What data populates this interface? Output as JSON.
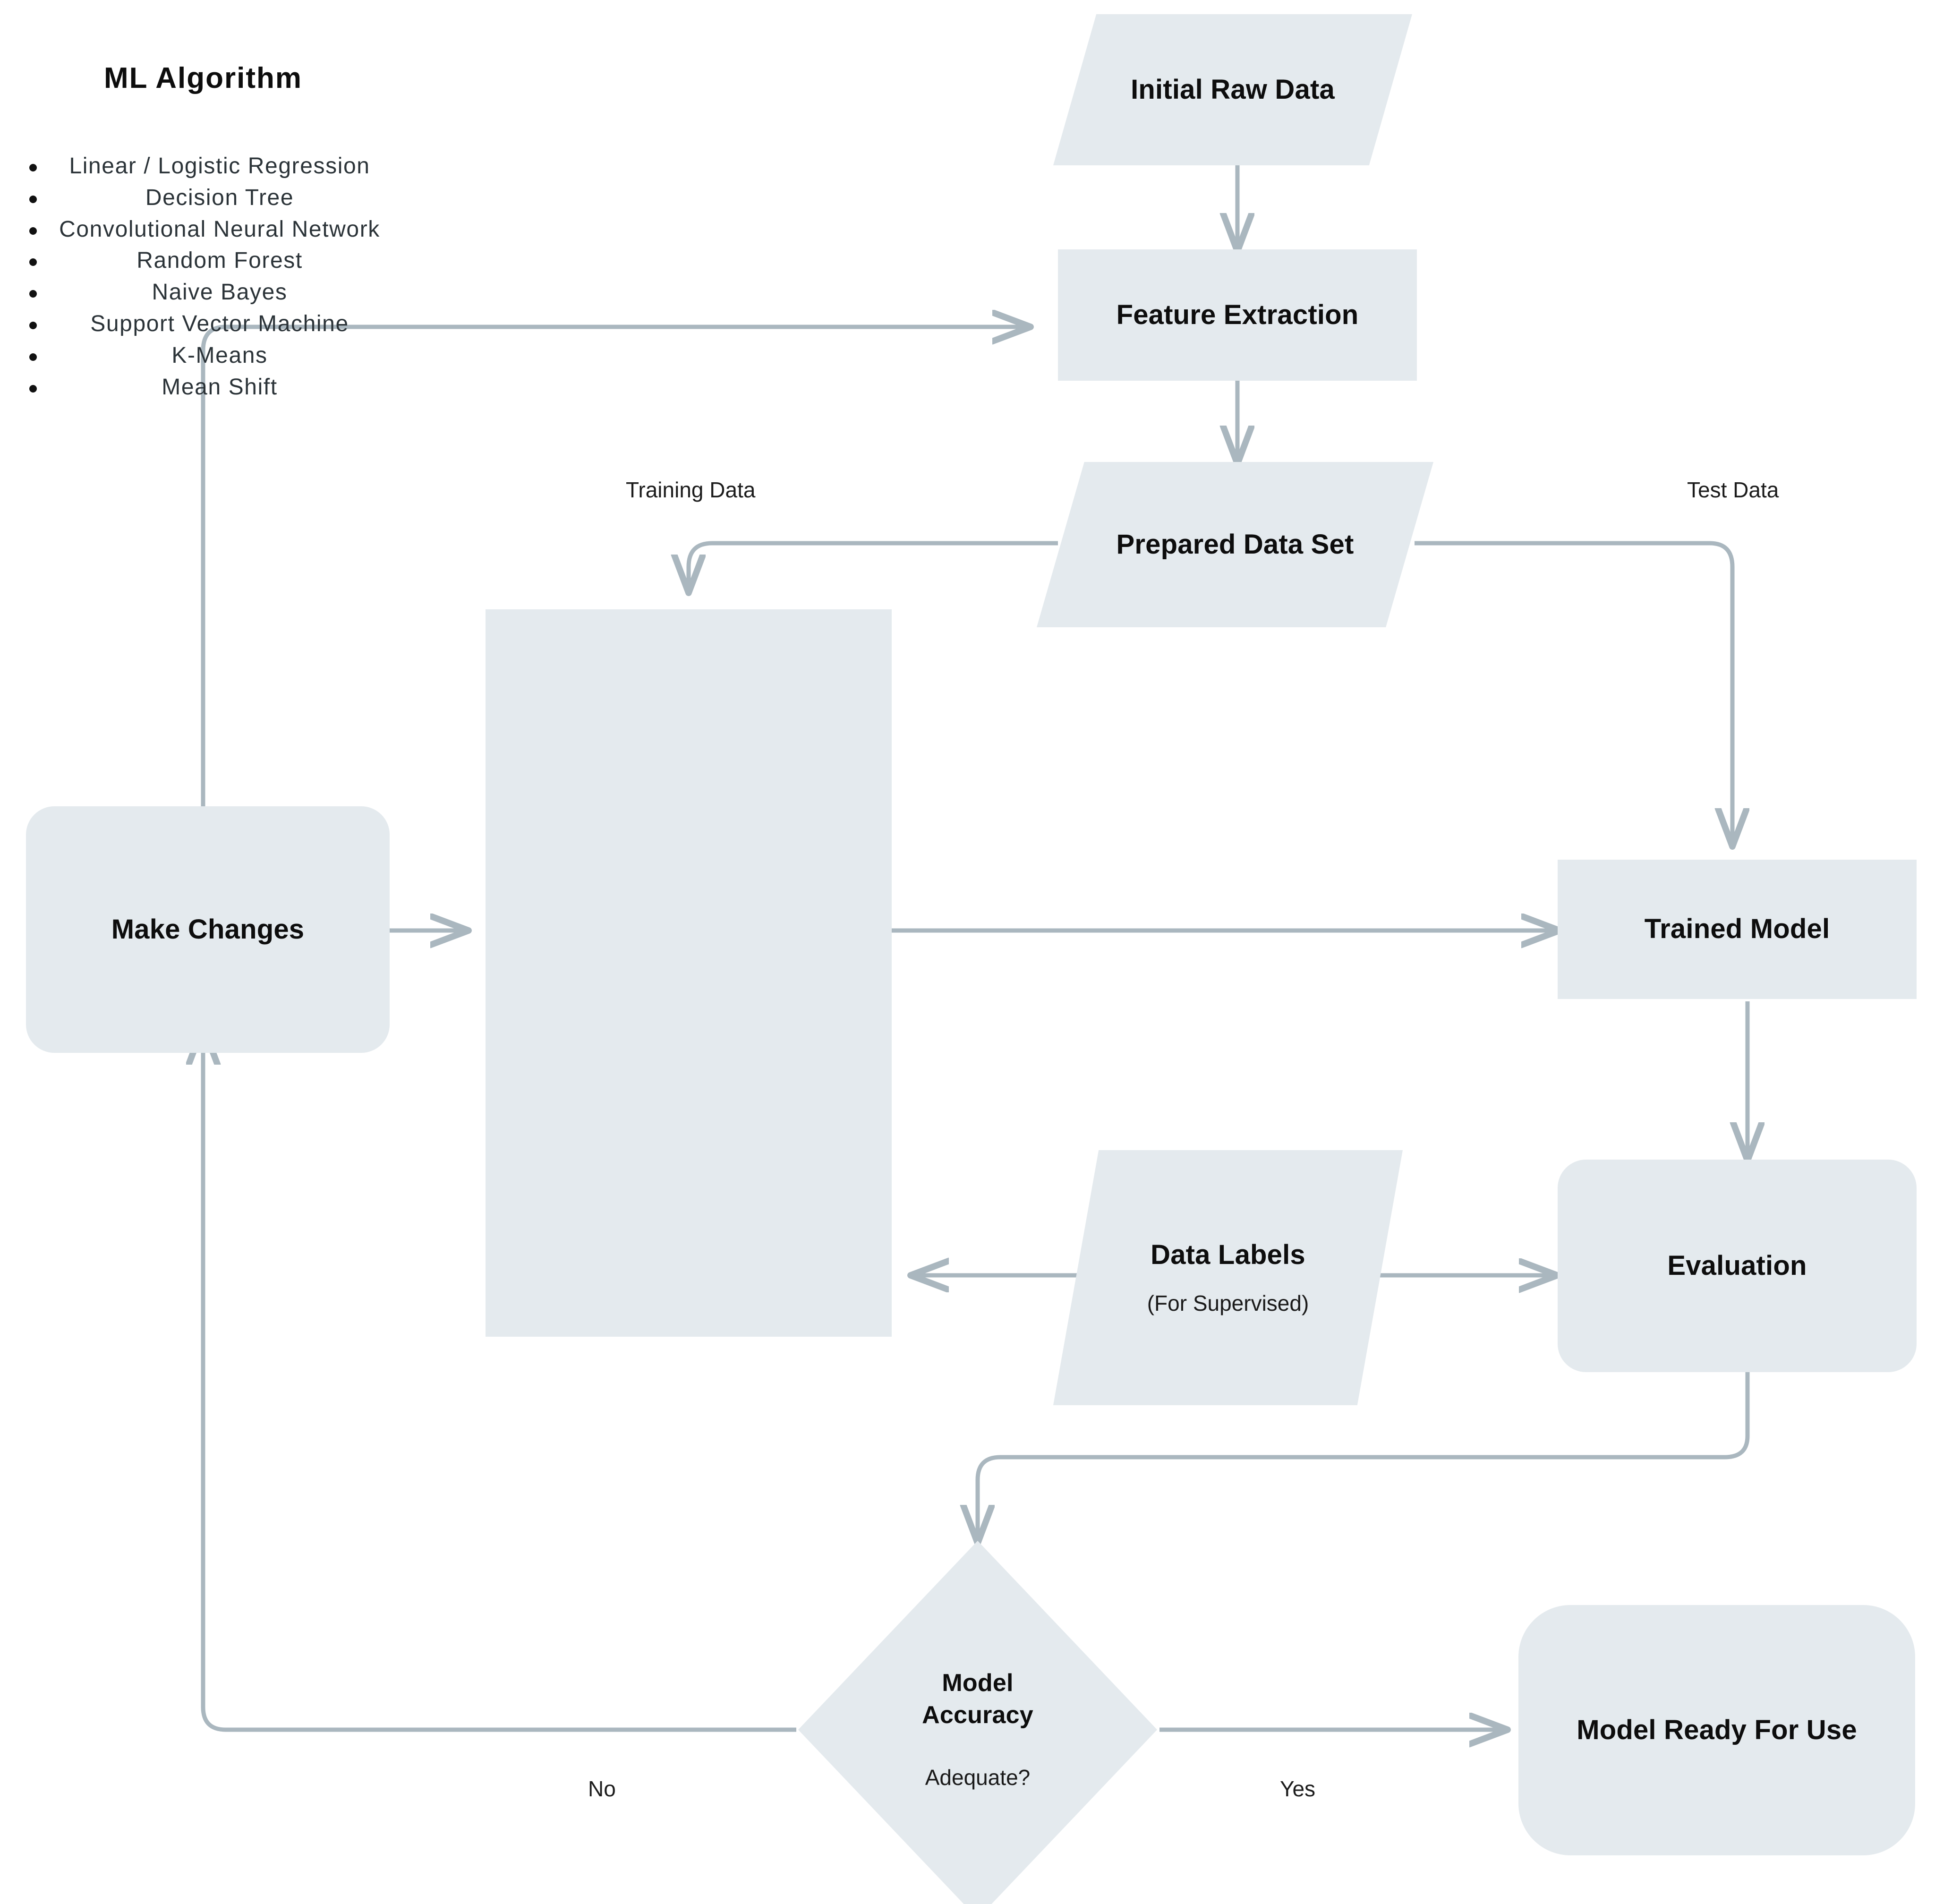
{
  "diagram": {
    "title": "Machine Learning Workflow Flowchart",
    "colors": {
      "node_fill": "#e4eaee",
      "edge_stroke": "#aab7bf",
      "text": "#000000"
    }
  },
  "nodes": {
    "initial_raw_data": {
      "label": "Initial Raw Data",
      "shape": "parallelogram"
    },
    "feature_extraction": {
      "label": "Feature Extraction",
      "shape": "rectangle"
    },
    "prepared_data_set": {
      "label": "Prepared Data Set",
      "shape": "parallelogram"
    },
    "ml_algorithm": {
      "label": "ML Algorithm",
      "shape": "rectangle",
      "items": [
        "Linear / Logistic Regression",
        "Decision Tree",
        "Convolutional Neural Network",
        "Random Forest",
        "Naive Bayes",
        "Support Vector Machine",
        "K-Means",
        "Mean Shift"
      ]
    },
    "make_changes": {
      "label": "Make Changes",
      "shape": "rounded-rectangle"
    },
    "trained_model": {
      "label": "Trained Model",
      "shape": "rectangle"
    },
    "data_labels": {
      "label": "Data Labels",
      "sublabel": "(For Supervised)",
      "shape": "parallelogram"
    },
    "evaluation": {
      "label": "Evaluation",
      "shape": "rounded-rectangle"
    },
    "model_accuracy": {
      "label_line1": "Model",
      "label_line2": "Accuracy",
      "sublabel": "Adequate?",
      "shape": "diamond"
    },
    "model_ready": {
      "label": "Model Ready For Use",
      "shape": "rounded-rectangle"
    }
  },
  "edge_labels": {
    "training_data": "Training Data",
    "test_data": "Test Data",
    "no": "No",
    "yes": "Yes"
  }
}
